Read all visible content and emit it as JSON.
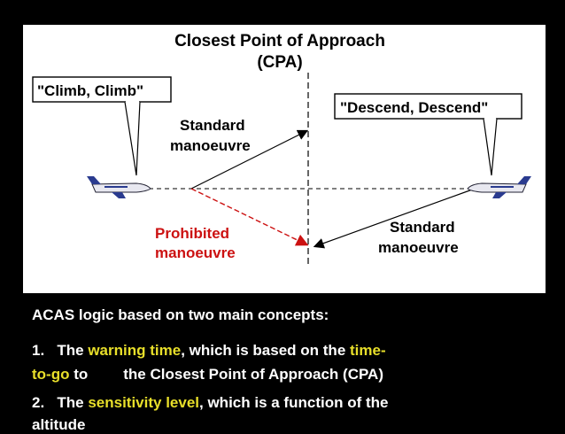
{
  "diagram": {
    "title_line1": "Closest Point of Approach",
    "title_line2": "(CPA)",
    "callout_left": "\"Climb, Climb\"",
    "callout_right": "\"Descend, Descend\"",
    "standard_top_line1": "Standard",
    "standard_top_line2": "manoeuvre",
    "prohibited_line1": "Prohibited",
    "prohibited_line2": "manoeuvre",
    "standard_bottom_line1": "Standard",
    "standard_bottom_line2": "manoeuvre",
    "colors": {
      "prohibited": "#cc1111",
      "arrow": "#000000"
    }
  },
  "caption": {
    "heading": "ACAS logic based on two main concepts:",
    "item1_num": "1.",
    "item1_pre": "The",
    "item1_hl1": "warning time",
    "item1_mid": ", which is based on the",
    "item1_hl2a": "time-",
    "item1_hl2b": "to-go",
    "item1_to": "to",
    "item1_post": "the Closest Point of Approach (CPA)",
    "item2_num": "2.",
    "item2_pre": "The",
    "item2_hl": "sensitivity level",
    "item2_post": ", which is a function of the",
    "item2_cont": "altitude",
    "highlight_color": "#e8df2a"
  }
}
